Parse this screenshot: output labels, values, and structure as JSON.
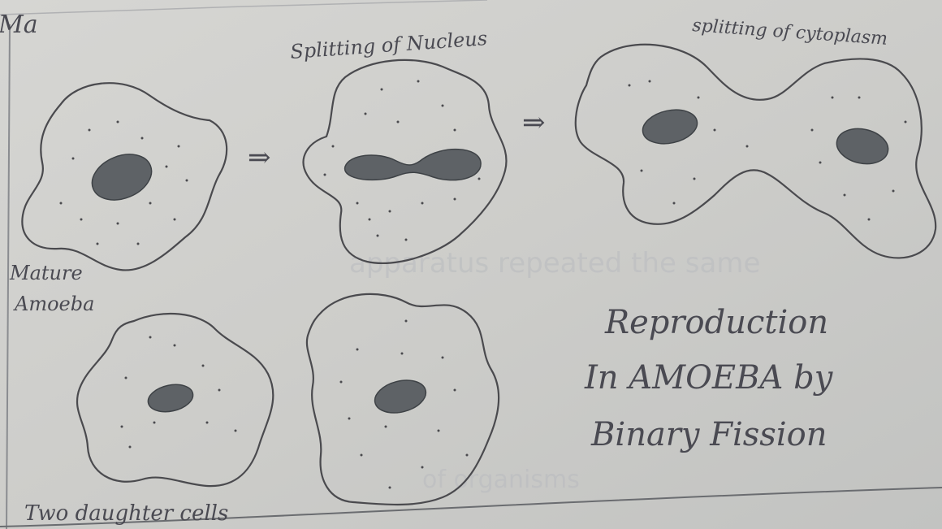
{
  "labels": {
    "top_left_fragment": "Ma",
    "splitting_nucleus": "Splitting of Nucleus",
    "splitting_cytoplasm": "splitting of cytoplasm",
    "mature_line1": "Mature",
    "mature_line2": "Amoeba",
    "daughter_cells": "Two daughter cells"
  },
  "title": {
    "line1": "Reproduction",
    "line2": "In AMOEBA by",
    "line3": "Binary Fission"
  },
  "arrows": [
    "⇒",
    "⇒"
  ],
  "bleed_through": {
    "line1": "apparatus  repeated  the  same",
    "line2": "of  organisms"
  },
  "colors": {
    "paper": "#cfcfcc",
    "pencil": "#4a4a4e",
    "nucleus": "#5e6266",
    "margin_line": "#8a8c90"
  }
}
